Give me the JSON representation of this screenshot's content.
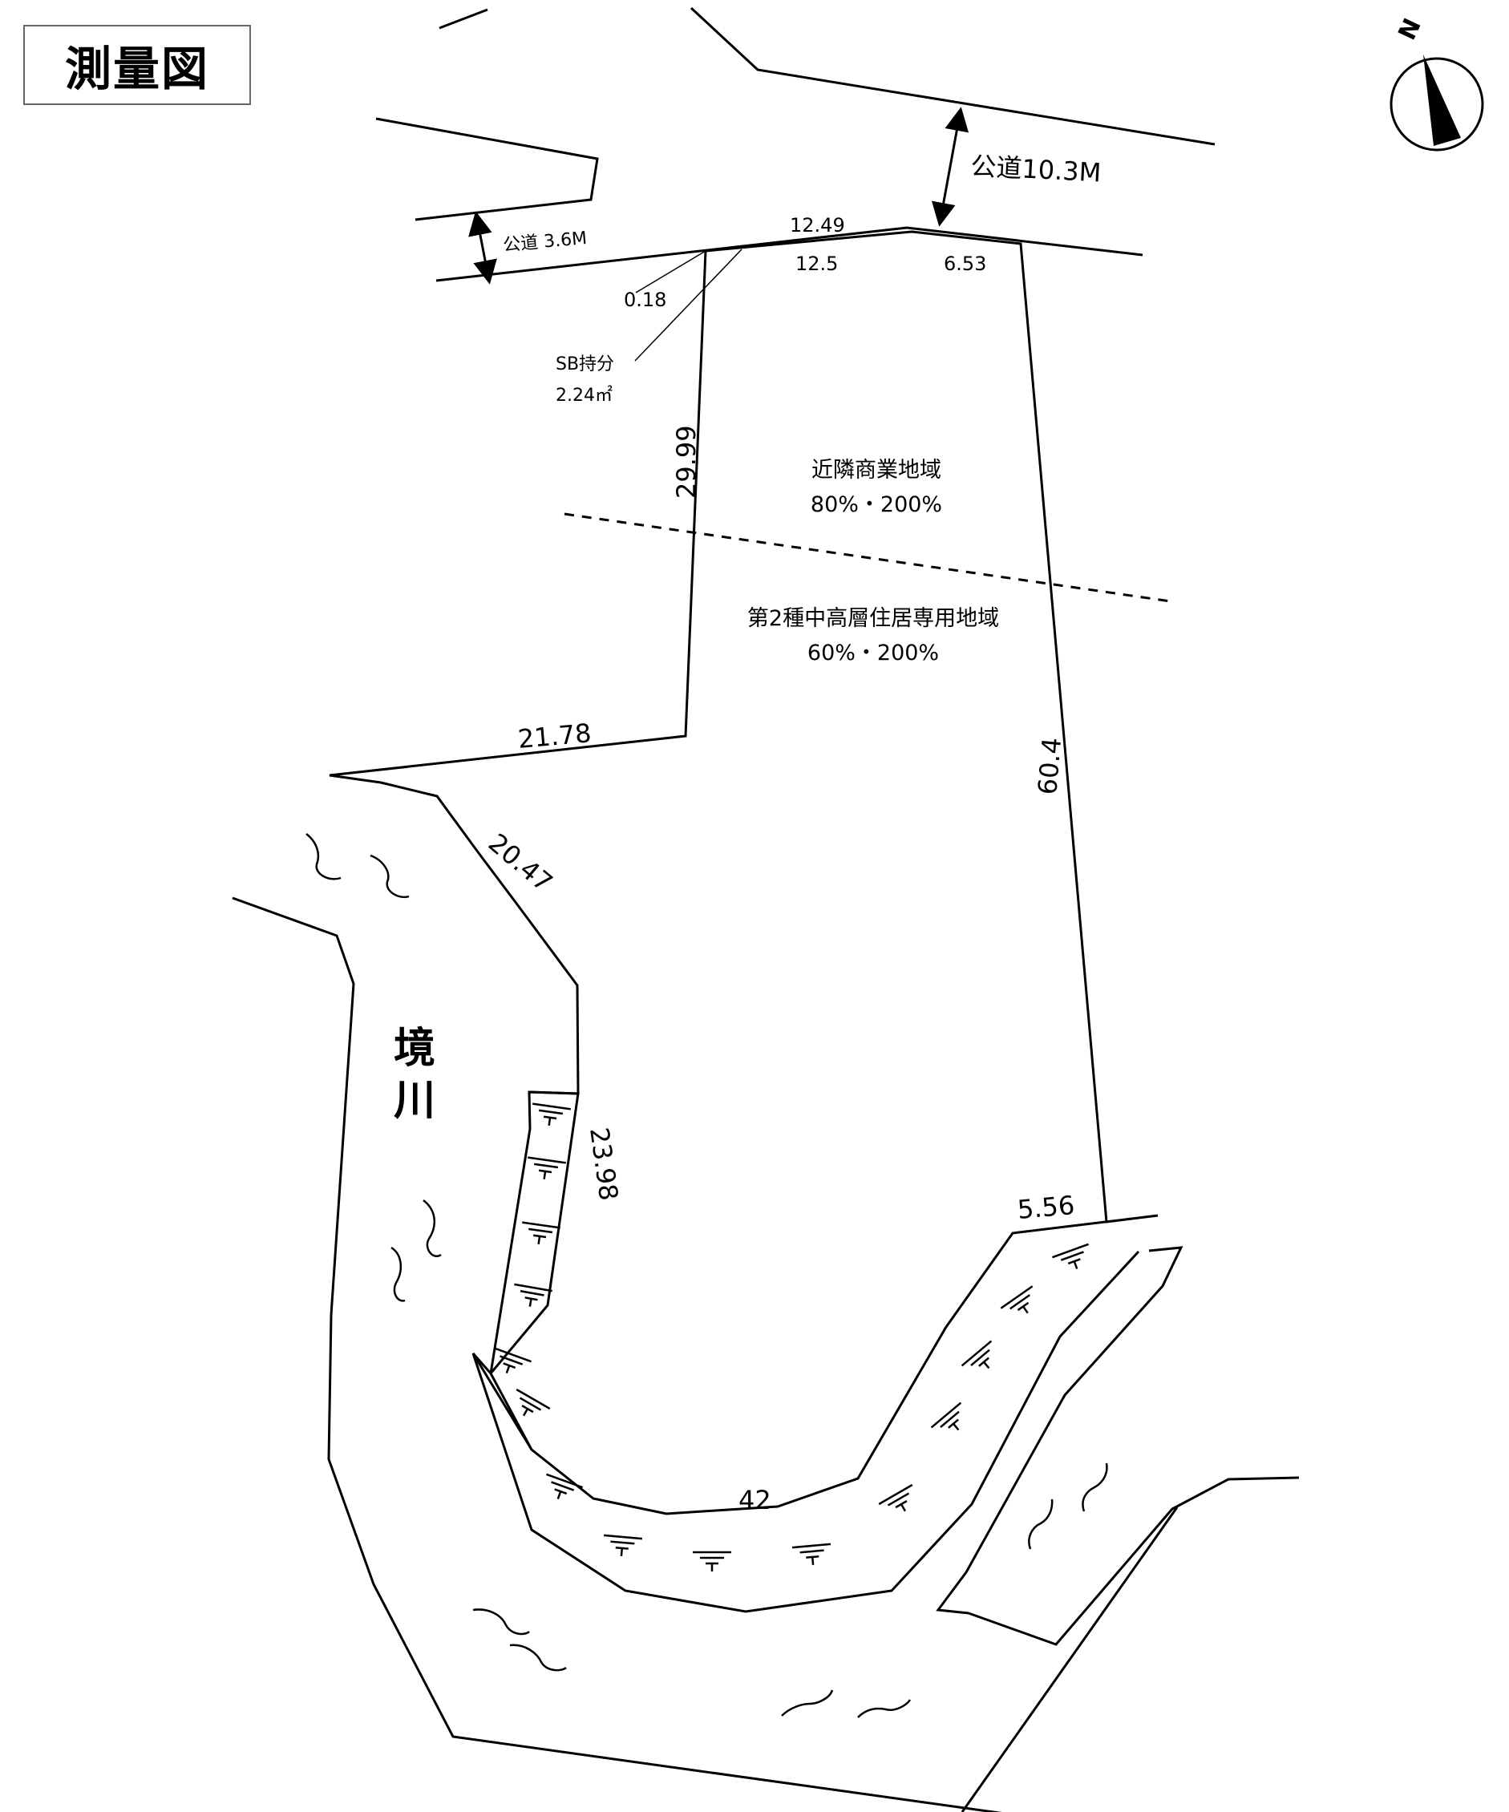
{
  "title": "測量図",
  "north_mark": "N",
  "roads": {
    "main_road": "公道10.3M",
    "side_road": "公道 3.6M"
  },
  "dimensions": {
    "front_upper": "12.49",
    "front_lower": "12.5",
    "corner_cut": "0.18",
    "right_front": "6.53",
    "left_upper": "29.99",
    "left_step": "21.78",
    "left_curve": "20.47",
    "left_wall": "23.98",
    "bottom_curve": "42",
    "bottom_right": "5.56",
    "right_side": "60.4"
  },
  "setback": {
    "label": "SB持分",
    "area": "2.24㎡"
  },
  "zones": {
    "upper_name": "近隣商業地域",
    "upper_ratio": "80%・200%",
    "lower_name": "第2種中高層住居専用地域",
    "lower_ratio": "60%・200%"
  },
  "river": {
    "name_line1": "境",
    "name_line2": "川"
  },
  "colors": {
    "ink": "#000000",
    "title_border": "#666666",
    "background": "#ffffff"
  }
}
